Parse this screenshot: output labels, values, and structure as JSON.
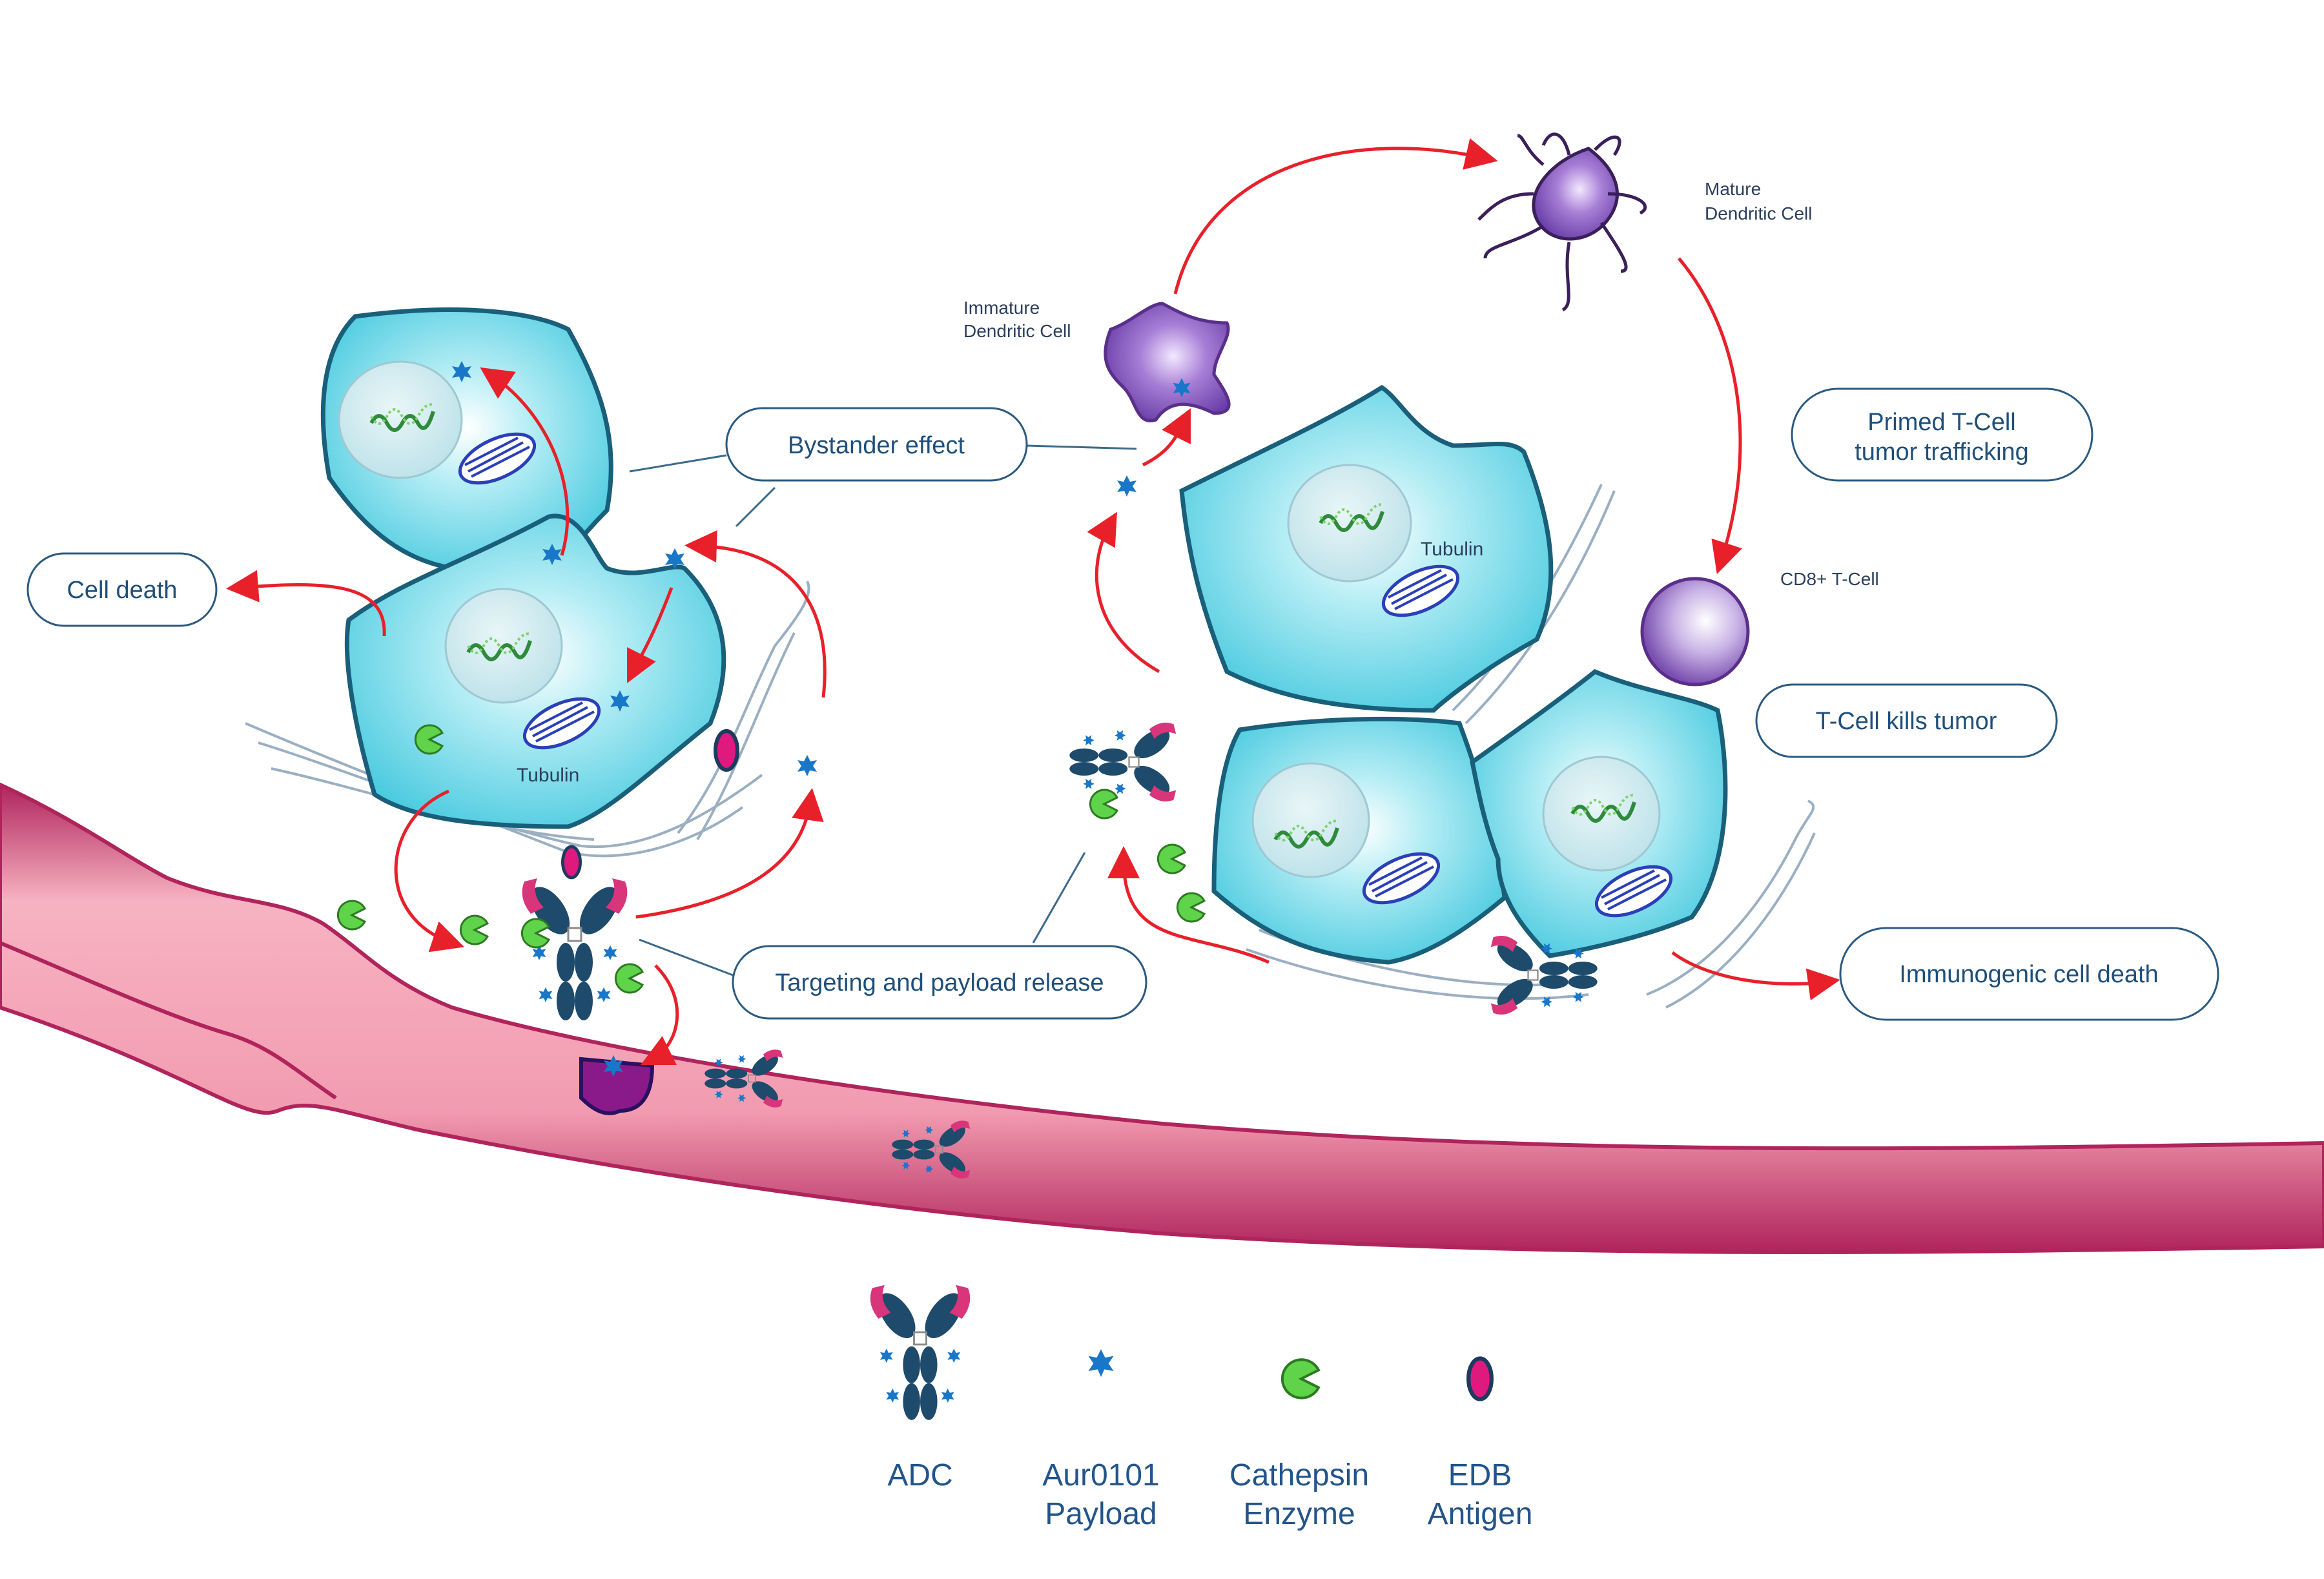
{
  "labels": {
    "bystander_effect": "Bystander effect",
    "cell_death": "Cell death",
    "targeting_payload_release": "Targeting and payload release",
    "primed_tcell_line1": "Primed T-Cell",
    "primed_tcell_line2": "tumor trafficking",
    "tcell_kills_tumor": "T-Cell kills tumor",
    "immunogenic_cell_death": "Immunogenic cell death",
    "tubulin_left": "Tubulin",
    "tubulin_right": "Tubulin",
    "immature_dc_line1": "Immature",
    "immature_dc_line2": "Dendritic Cell",
    "mature_dc_line1": "Mature",
    "mature_dc_line2": "Dendritic Cell",
    "cd8_tcell": "CD8+ T-Cell"
  },
  "legend": {
    "adc": "ADC",
    "payload_line1": "Aur0101",
    "payload_line2": "Payload",
    "enzyme_line1": "Cathepsin",
    "enzyme_line2": "Enzyme",
    "antigen_line1": "EDB",
    "antigen_line2": "Antigen"
  },
  "colors": {
    "cell_fill": "#5fd3e6",
    "cell_stroke": "#1a5f7a",
    "arrow": "#e8202a",
    "vessel": "#f29bb0",
    "vessel_edge": "#b0245c",
    "antibody": "#1e4a6b",
    "antibody_tip": "#d8357a",
    "payload": "#1877c8",
    "enzyme": "#5fd34a",
    "antigen": "#e0197f",
    "dendritic": "#8a5fc0",
    "box_stroke": "#2b5a80"
  }
}
